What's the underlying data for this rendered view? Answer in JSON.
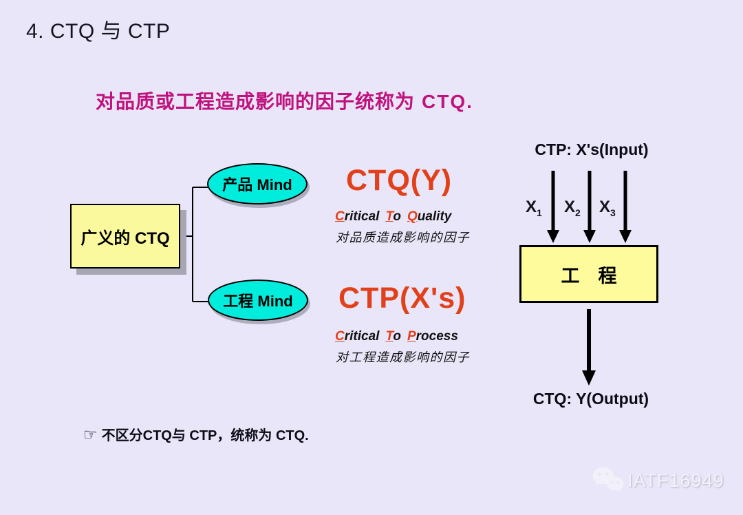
{
  "colors": {
    "background": "#E8E6F8",
    "statement_magenta": "#C0127E",
    "heading_red_orange": "#E2401A",
    "ellipse_cyan": "#00EDDE",
    "box_yellow": "#FBF99E",
    "process_box_yellow": "#FDFB9C",
    "text_black": "#101010"
  },
  "title": "4. CTQ 与 CTP",
  "statement": {
    "text": "对品质或工程造成影响的因子统称为",
    "highlight": "CTQ."
  },
  "left_diagram": {
    "root_box_label": "广义的 CTQ",
    "branch_top_label": "产品 Mind",
    "branch_bottom_label": "工程 Mind"
  },
  "ctq": {
    "heading": "CTQ(Y)",
    "word1_initial": "C",
    "word1_rest": "ritical",
    "word2_initial": "T",
    "word2_rest": "o",
    "word3_initial": "Q",
    "word3_rest": "uality",
    "description": "对品质造成影响的因子"
  },
  "ctp": {
    "heading": "CTP(X's)",
    "word1_initial": "C",
    "word1_rest": "ritical",
    "word2_initial": "T",
    "word2_rest": "o",
    "word3_initial": "P",
    "word3_rest": "rocess",
    "description": "对工程造成影响的因子"
  },
  "process_flow": {
    "input_label": "CTP: X's(Input)",
    "inputs": [
      {
        "base": "X",
        "sub": "1"
      },
      {
        "base": "X",
        "sub": "2"
      },
      {
        "base": "X",
        "sub": "3"
      }
    ],
    "process_label": "工　程",
    "output_label": "CTQ: Y(Output)"
  },
  "footnote": {
    "pointer": "☞",
    "text": "不区分CTQ与 CTP，统称为 CTQ."
  },
  "watermark": {
    "icon": "wechat-icon",
    "text": "IATF16949"
  }
}
